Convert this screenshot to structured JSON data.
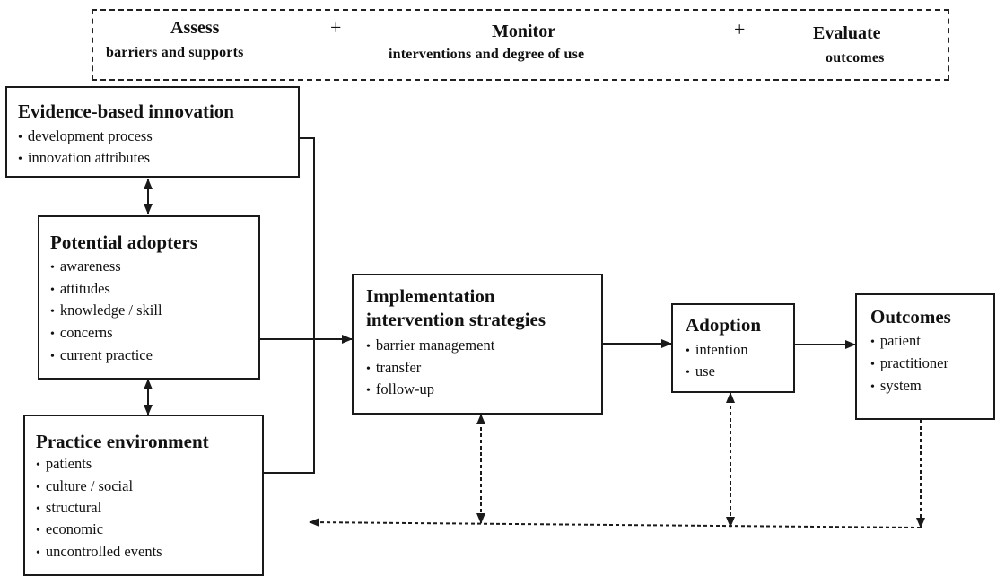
{
  "header": {
    "assess": {
      "title": "Assess",
      "subtitle": "barriers and supports"
    },
    "plus1": "+",
    "monitor": {
      "title": "Monitor",
      "subtitle": "interventions and degree of use"
    },
    "plus2": "+",
    "evaluate": {
      "title": "Evaluate",
      "subtitle": "outcomes"
    }
  },
  "boxes": {
    "evidence": {
      "title": "Evidence-based innovation",
      "items": [
        "development process",
        "innovation attributes"
      ]
    },
    "adopters": {
      "title": "Potential adopters",
      "items": [
        "awareness",
        "attitudes",
        "knowledge / skill",
        "concerns",
        "current practice"
      ]
    },
    "environment": {
      "title": "Practice environment",
      "items": [
        "patients",
        "culture / social",
        "structural",
        "economic",
        "uncontrolled events"
      ]
    },
    "implementation": {
      "title_line1": "Implementation",
      "title_line2": "intervention strategies",
      "items": [
        "barrier management",
        "transfer",
        "follow-up"
      ]
    },
    "adoption": {
      "title": "Adoption",
      "items": [
        "intention",
        "use"
      ]
    },
    "outcomes": {
      "title": "Outcomes",
      "items": [
        "patient",
        "practitioner",
        "system"
      ]
    }
  }
}
